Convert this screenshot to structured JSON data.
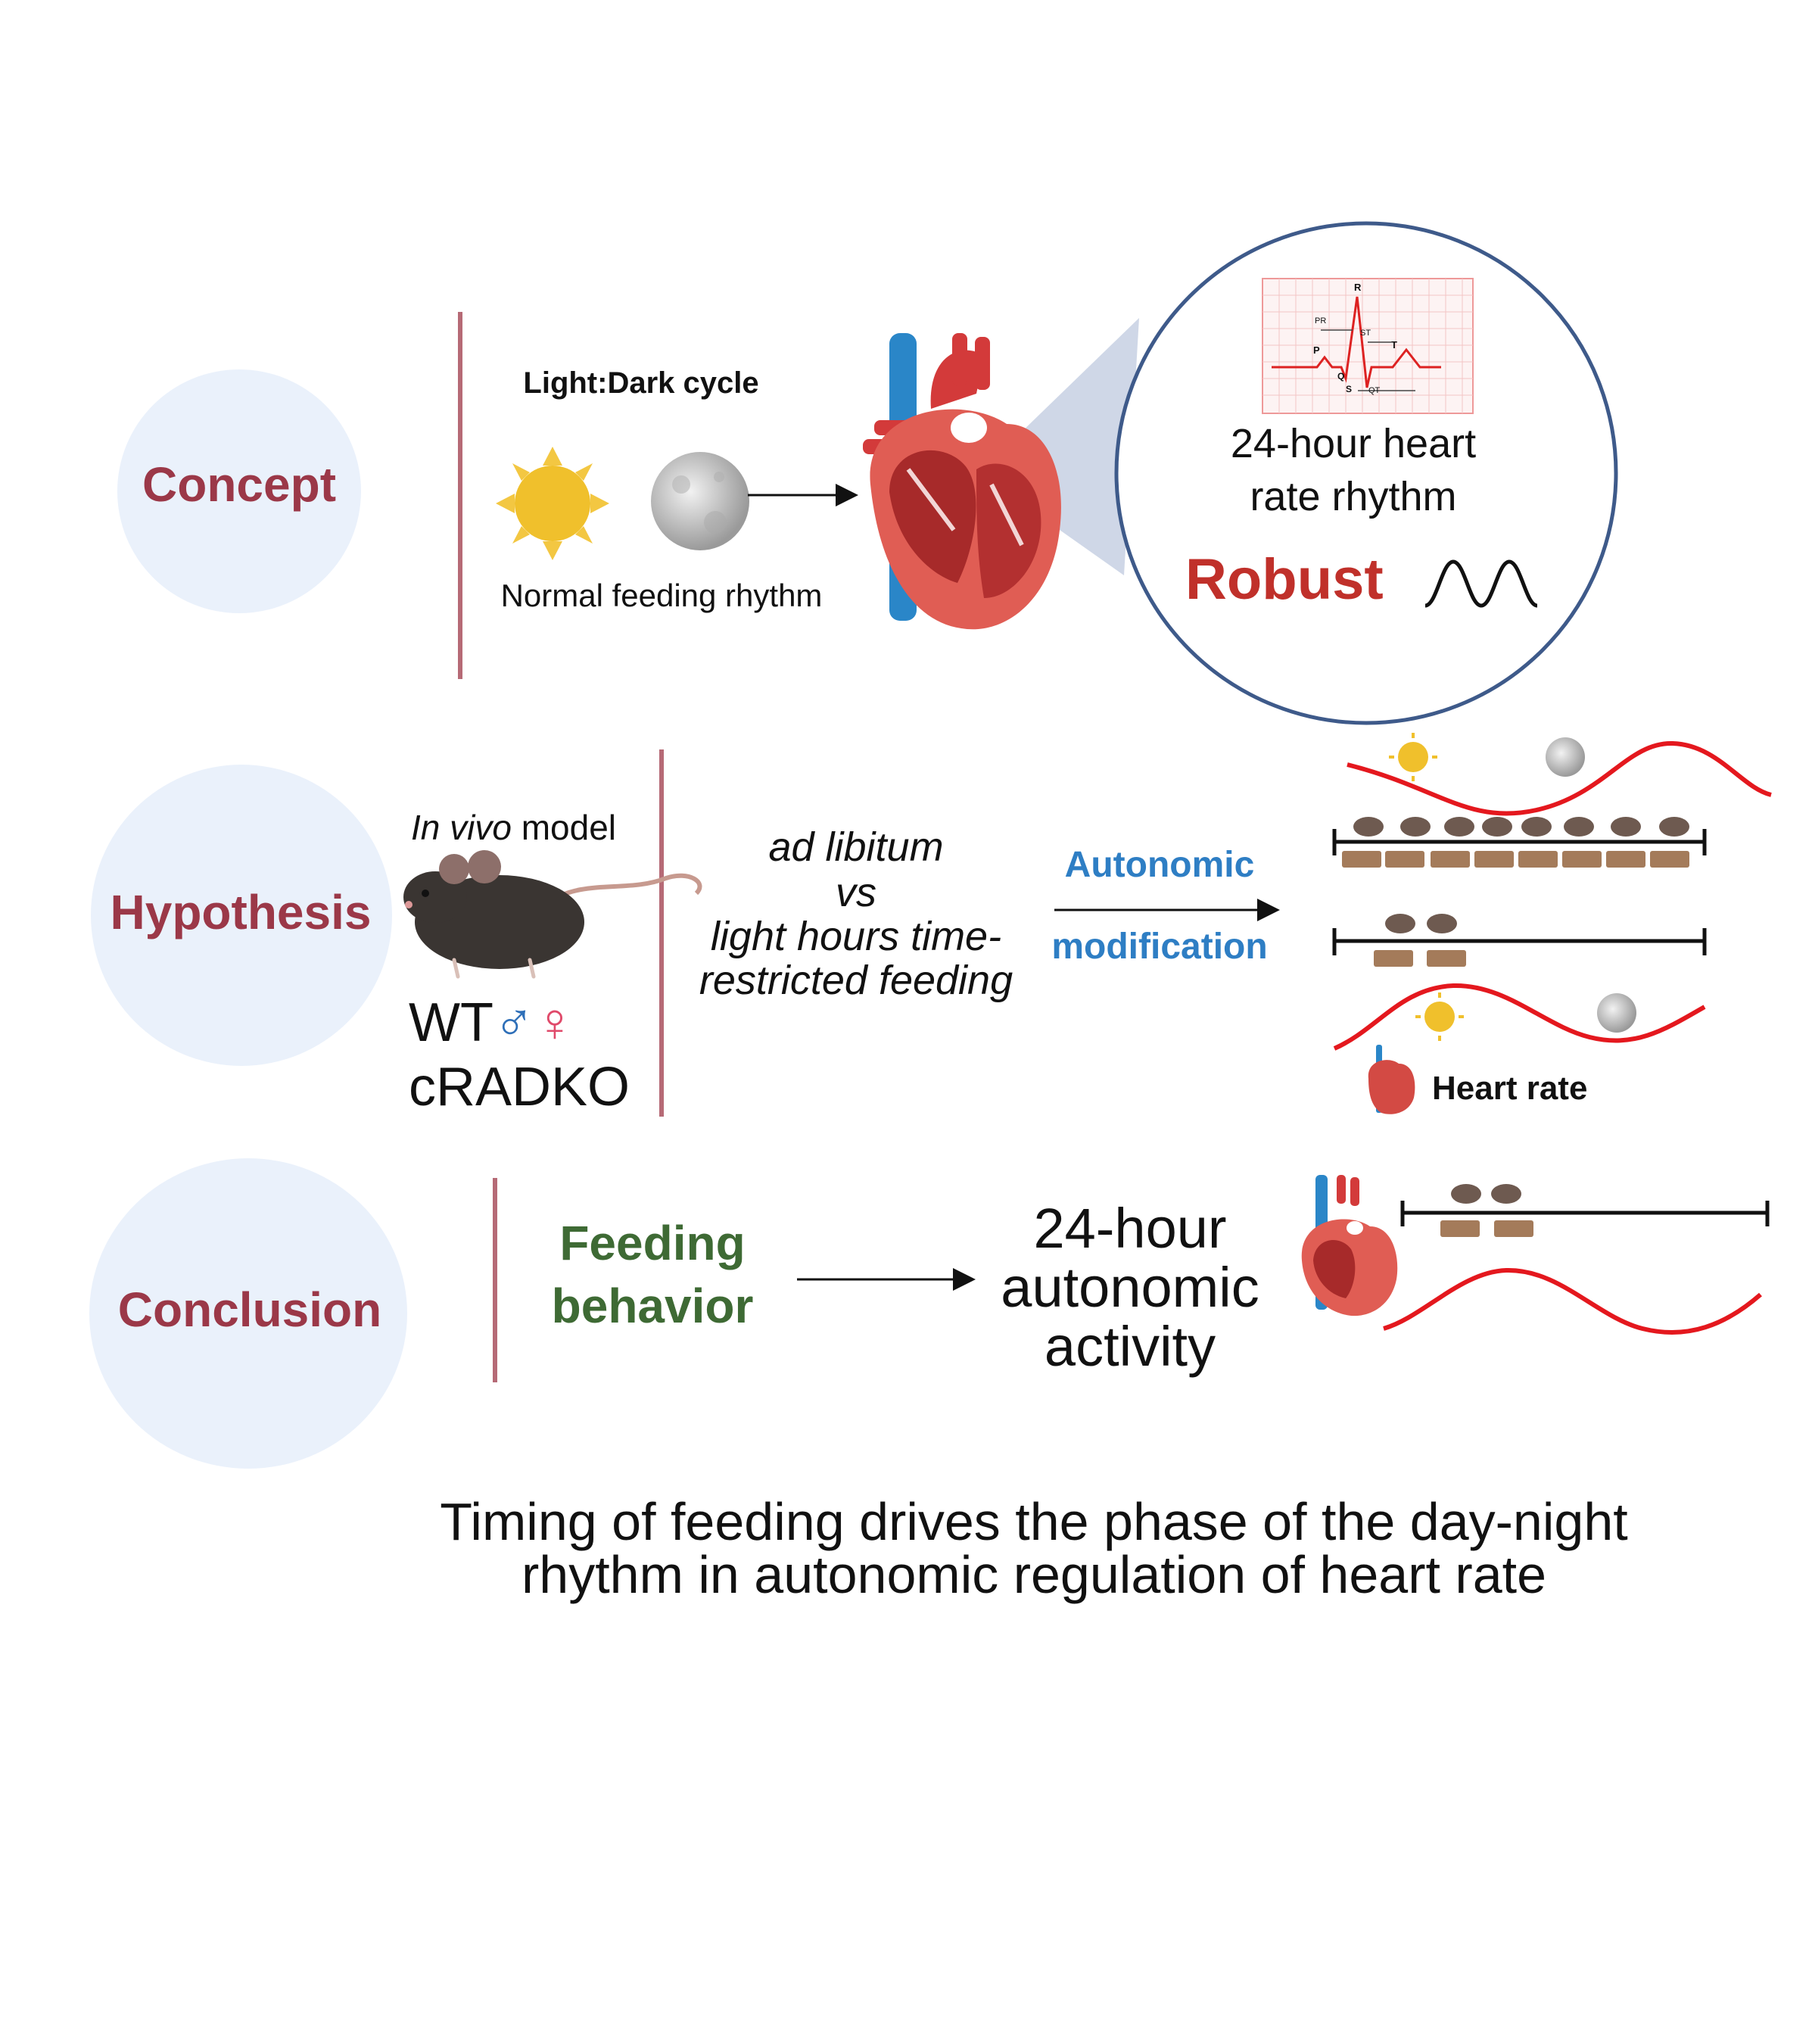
{
  "stages": {
    "concept": "Concept",
    "hypothesis": "Hypothesis",
    "conclusion": "Conclusion"
  },
  "concept": {
    "cycle_label": "Light:Dark cycle",
    "feeding_label": "Normal feeding rhythm",
    "zoom_title_line1": "24-hour heart",
    "zoom_title_line2": "rate rhythm",
    "robust": "Robust",
    "ecg_labels": {
      "r": "R",
      "p": "P",
      "q": "Q",
      "s": "S",
      "t": "T",
      "pr": "PR",
      "st": "ST",
      "qt": "QT"
    }
  },
  "hypothesis": {
    "model_italic": "In vivo",
    "model_rest": " model",
    "wt": "WT",
    "male_symbol": "♂",
    "female_symbol": "♀",
    "ko": "cRADKO",
    "cond_line1": "ad libitum",
    "cond_line2": "vs",
    "cond_line3": "light hours time-",
    "cond_line4": "restricted feeding",
    "arrow_line1": "Autonomic",
    "arrow_line2": "modification",
    "heart_rate": "Heart rate"
  },
  "conclusion": {
    "feeding_line1": "Feeding",
    "feeding_line2": "behavior",
    "result_line1": "24-hour",
    "result_line2": "autonomic",
    "result_line3": "activity"
  },
  "summary": {
    "line1": "Timing of feeding drives the phase of the day-night",
    "line2": "rhythm in autonomic regulation of heart rate"
  },
  "icons": [
    "sun-icon",
    "moon-icon",
    "heart-icon",
    "mouse-icon",
    "food-pellet-icon",
    "waveform-icon",
    "ecg-icon"
  ],
  "colors": {
    "stage_label": "#9b3848",
    "bubble": "#eaf1fb",
    "divider": "#b66a76",
    "robust": "#c0302a",
    "autonomic": "#2e7ec4",
    "feeding": "#3e6a34",
    "rhythm_wave": "#e4181e",
    "zoom_ring": "#3e5a8a"
  }
}
